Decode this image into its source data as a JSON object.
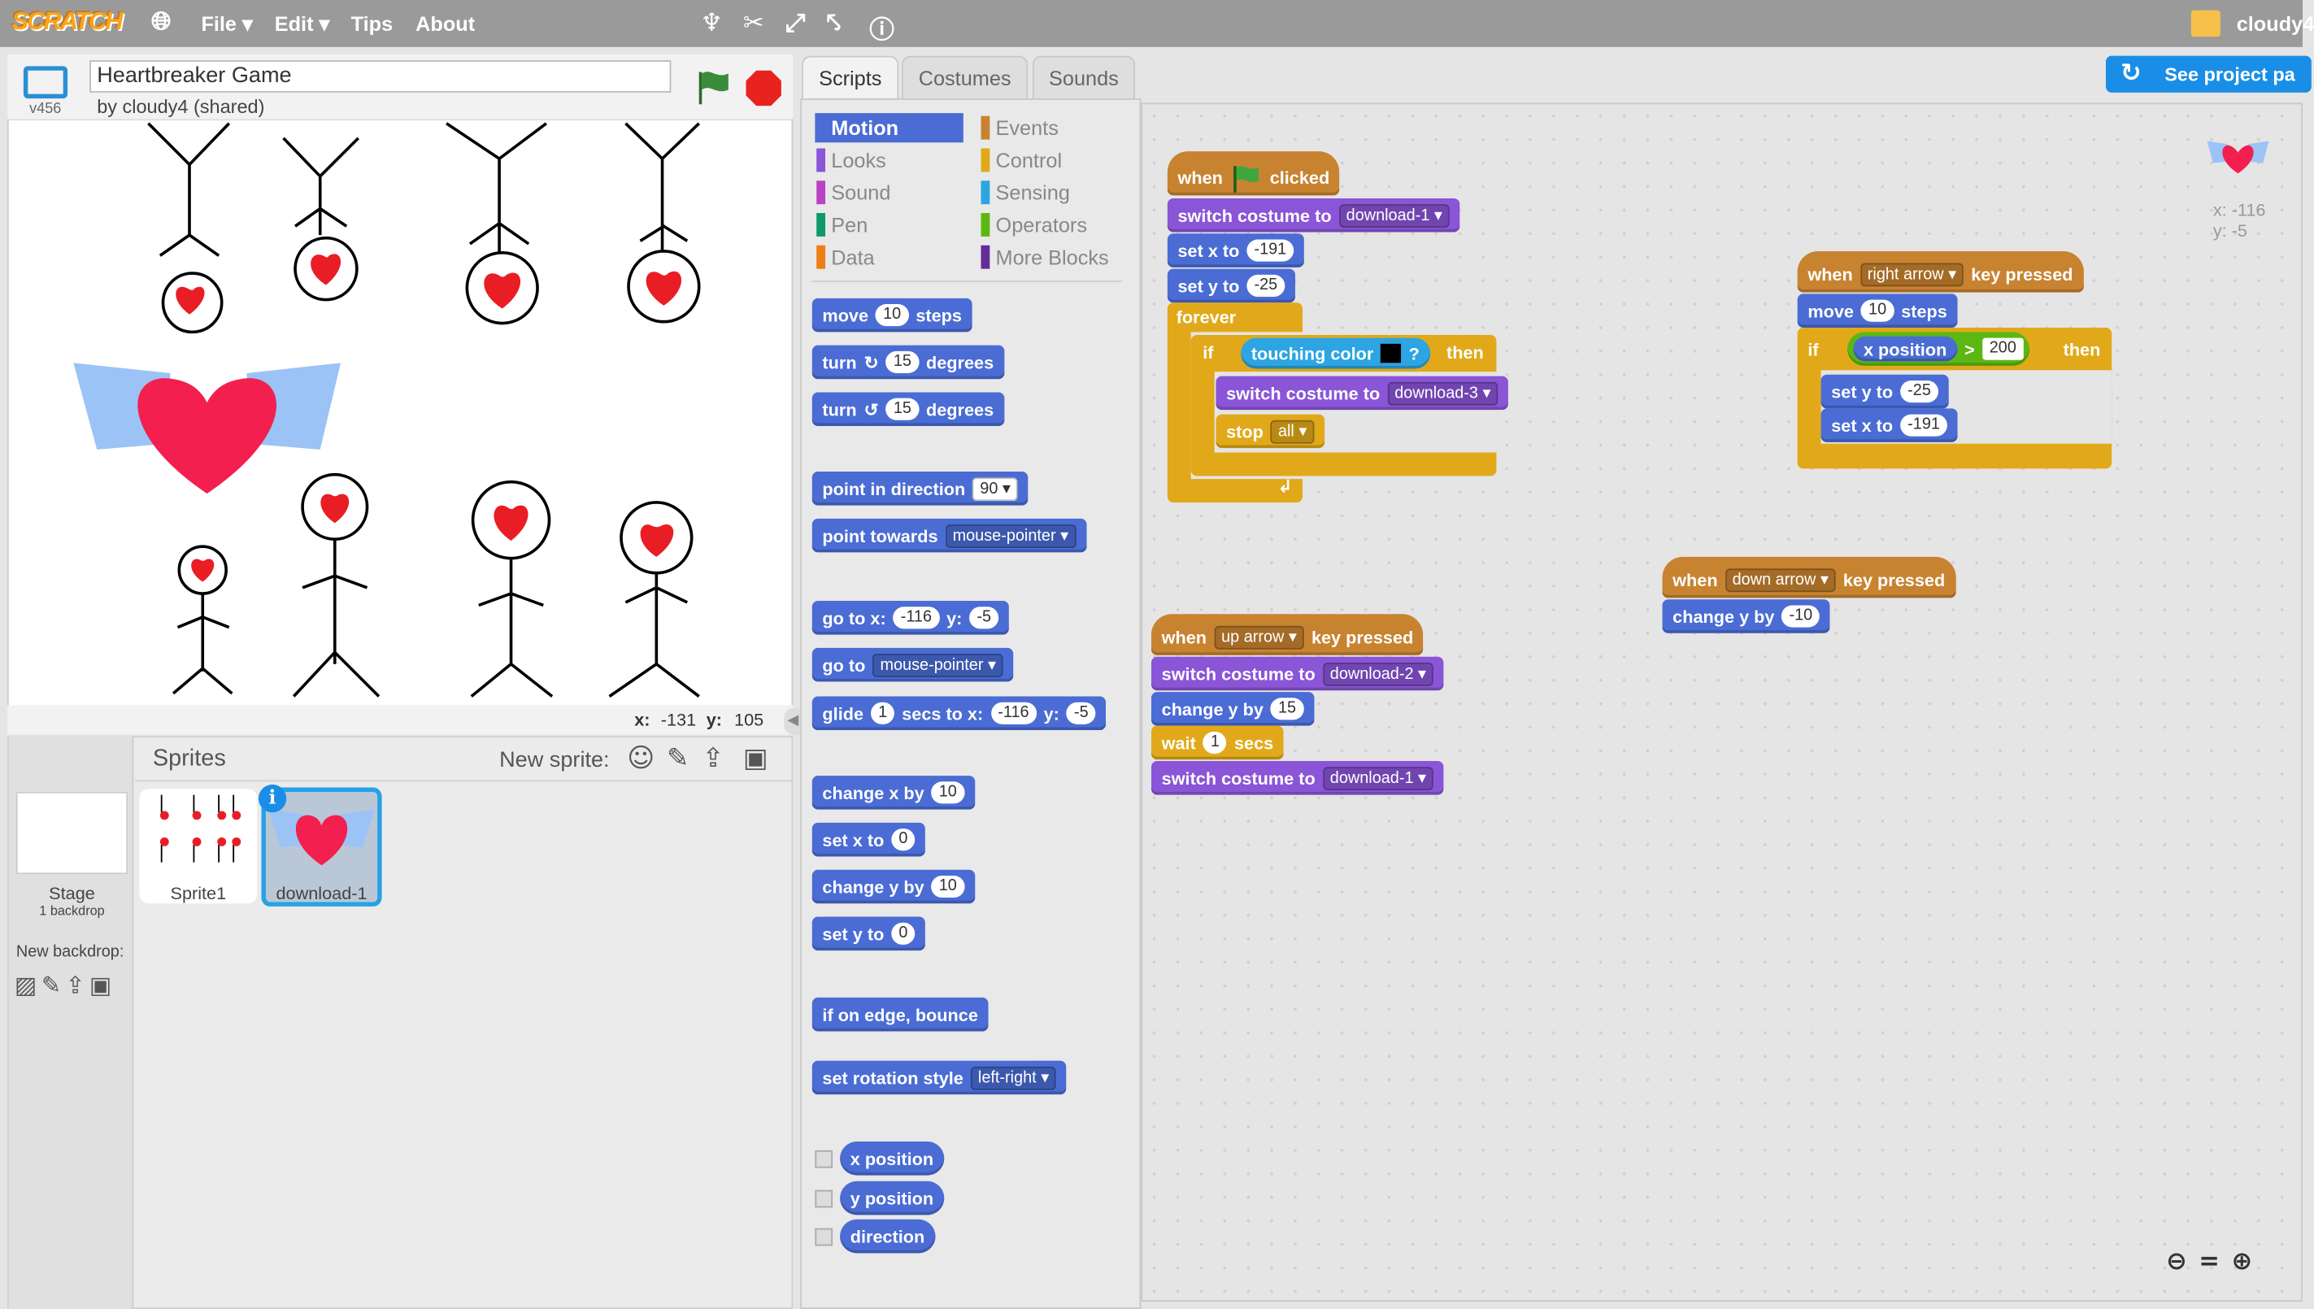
{
  "topbar": {
    "menus": [
      "File ▾",
      "Edit ▾",
      "Tips",
      "About"
    ],
    "user": "cloudy4"
  },
  "stage": {
    "title": "Heartbreaker Game",
    "byline": "by cloudy4 (shared)",
    "version": "v456",
    "x_label": "x:",
    "x": "-131",
    "y_label": "y:",
    "y": "105"
  },
  "sprites": {
    "header": "Sprites",
    "new_sprite": "New sprite:",
    "stage_label": "Stage",
    "backdrops": "1 backdrop",
    "new_backdrop": "New backdrop:",
    "items": [
      "Sprite1",
      "download-1"
    ]
  },
  "tabs": [
    "Scripts",
    "Costumes",
    "Sounds"
  ],
  "see_project": "See project pa",
  "categories": {
    "left": [
      "Motion",
      "Looks",
      "Sound",
      "Pen",
      "Data"
    ],
    "right": [
      "Events",
      "Control",
      "Sensing",
      "Operators",
      "More Blocks"
    ]
  },
  "colors": {
    "motion": "#4a6cd4",
    "looks": "#8a55d7",
    "events": "#c88330",
    "control": "#e1a91a",
    "sensing": "#2ca5e2",
    "operators": "#5cb712",
    "pen": "#0e9a6c",
    "data": "#ee7d16",
    "sound": "#bb42c3",
    "more": "#632d99"
  },
  "palette": {
    "move": [
      "move",
      "10",
      "steps"
    ],
    "turn_r": [
      "turn",
      "15",
      "degrees"
    ],
    "turn_l": [
      "turn",
      "15",
      "degrees"
    ],
    "point_dir": [
      "point in direction",
      "90"
    ],
    "point_towards": [
      "point towards",
      "mouse-pointer"
    ],
    "goto_xy": [
      "go to x:",
      "-116",
      "y:",
      "-5"
    ],
    "goto": [
      "go to",
      "mouse-pointer"
    ],
    "glide": [
      "glide",
      "1",
      "secs to x:",
      "-116",
      "y:",
      "-5"
    ],
    "change_x": [
      "change x by",
      "10"
    ],
    "set_x": [
      "set x to",
      "0"
    ],
    "change_y": [
      "change y by",
      "10"
    ],
    "set_y": [
      "set y to",
      "0"
    ],
    "bounce": "if on edge, bounce",
    "rotation": [
      "set rotation style",
      "left-right"
    ],
    "reporters": [
      "x position",
      "y position",
      "direction"
    ]
  },
  "script1": {
    "hat": [
      "when",
      "clicked"
    ],
    "costume1": [
      "switch costume to",
      "download-1"
    ],
    "setx": [
      "set x to",
      "-191"
    ],
    "sety": [
      "set y to",
      "-25"
    ],
    "forever": "forever",
    "if": [
      "if",
      "touching color",
      "?",
      "then"
    ],
    "costume3": [
      "switch costume to",
      "download-3"
    ],
    "stop": [
      "stop",
      "all"
    ]
  },
  "script2": {
    "hat": [
      "when",
      "right arrow",
      "key pressed"
    ],
    "move": [
      "move",
      "10",
      "steps"
    ],
    "if": [
      "if",
      "x position",
      ">",
      "200",
      "then"
    ],
    "sety": [
      "set y to",
      "-25"
    ],
    "setx": [
      "set x to",
      "-191"
    ]
  },
  "script3": {
    "hat": [
      "when",
      "down arrow",
      "key pressed"
    ],
    "change": [
      "change y by",
      "-10"
    ]
  },
  "script4": {
    "hat": [
      "when",
      "up arrow",
      "key pressed"
    ],
    "costume2": [
      "switch costume to",
      "download-2"
    ],
    "change": [
      "change y by",
      "15"
    ],
    "wait": [
      "wait",
      "1",
      "secs"
    ],
    "costume1": [
      "switch costume to",
      "download-1"
    ]
  },
  "sprite_info": {
    "x": "x: -116",
    "y": "y: -5"
  }
}
